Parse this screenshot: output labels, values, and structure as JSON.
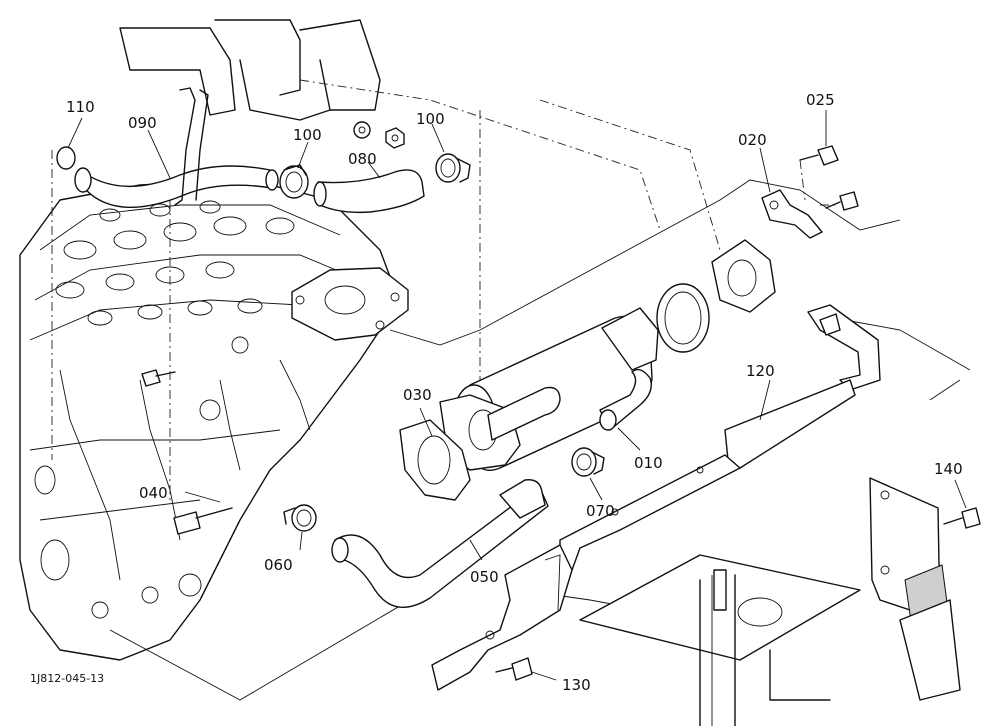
{
  "callouts": {
    "c110": "110",
    "c090": "090",
    "c100a": "100",
    "c100b": "100",
    "c080": "080",
    "c025": "025",
    "c020": "020",
    "c030": "030",
    "c010": "010",
    "c120": "120",
    "c040": "040",
    "c070": "070",
    "c060": "060",
    "c050": "050",
    "c140": "140",
    "c130": "130"
  },
  "drawing_number": "1J812-045-13"
}
